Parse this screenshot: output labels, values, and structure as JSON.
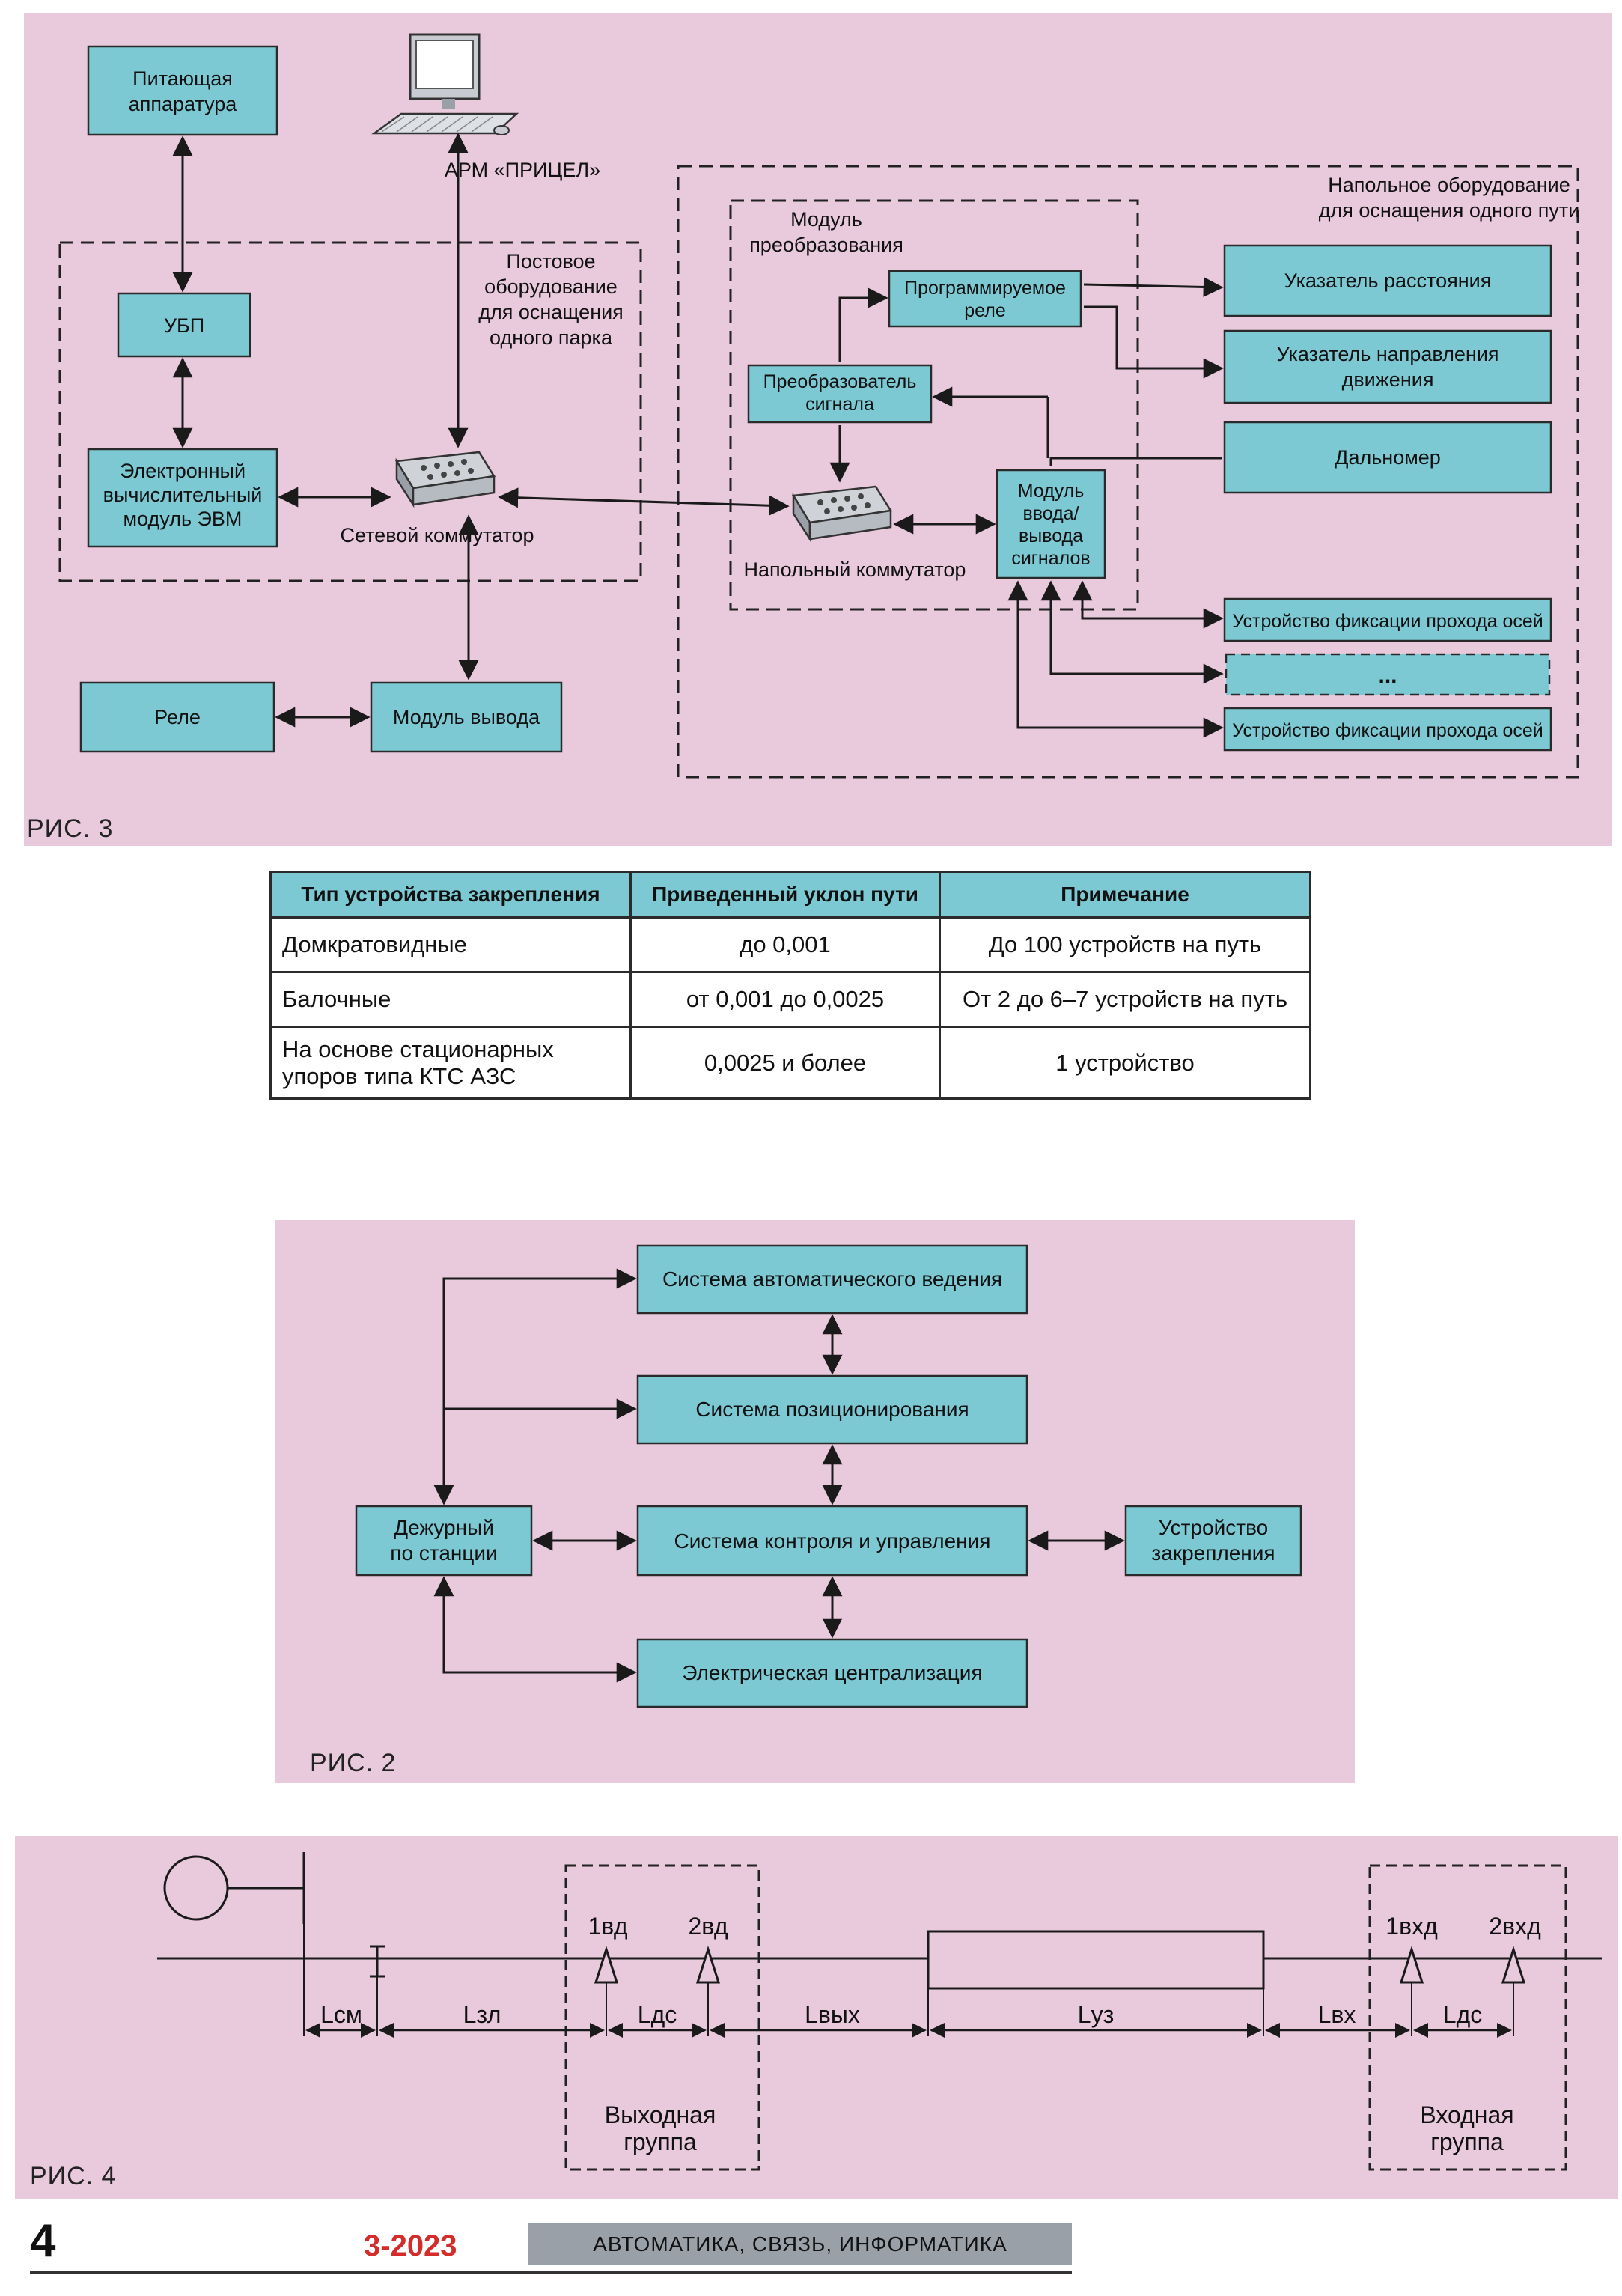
{
  "fig3": {
    "caption": "РИС. 3",
    "boxes": {
      "power": "Питающая аппаратура",
      "ubp": "УБП",
      "computer": "Электронный вычислительный модуль ЭВМ",
      "relay": "Реле",
      "output_module": "Модуль вывода",
      "prog_relay": "Программируемое реле",
      "signal_converter": "Преобразователь сигнала",
      "io_module": "Модуль ввода/ вывода сигналов",
      "distance_indicator": "Указатель расстояния",
      "direction_indicator": "Указатель направления движения",
      "rangefinder": "Дальномер",
      "axle_device_1": "Устройство фиксации прохода осей",
      "axle_device_dots": "...",
      "axle_device_2": "Устройство фиксации прохода осей"
    },
    "labels": {
      "arm": "АРМ «ПРИЦЕЛ»",
      "post_equipment": "Постовое оборудование для оснащения одного парка",
      "floor_equipment": "Напольное оборудование для оснащения одного пути",
      "converter_module": "Модуль преобразования",
      "network_switch": "Сетевой коммутатор",
      "floor_switch": "Напольный коммутатор"
    }
  },
  "table": {
    "headers": [
      "Тип устройства закрепления",
      "Приведенный уклон пути",
      "Примечание"
    ],
    "rows": [
      [
        "Домкратовидные",
        "до 0,001",
        "До 100 устройств на путь"
      ],
      [
        "Балочные",
        "от 0,001 до 0,0025",
        "От 2 до 6–7 устройств на путь"
      ],
      [
        "На основе стационарных упоров типа КТС АЗС",
        "0,0025 и более",
        "1 устройство"
      ]
    ]
  },
  "fig2": {
    "caption": "РИС. 2",
    "boxes": {
      "auto_guidance": "Система автоматического ведения",
      "positioning": "Система позиционирования",
      "control": "Система контроля и управления",
      "interlocking": "Электрическая централизация",
      "station_duty": "Дежурный по станции",
      "fixing_device": "Устройство закрепления"
    }
  },
  "fig4": {
    "caption": "РИС. 4",
    "labels": {
      "l_sm": "Lсм",
      "l_zl": "Lзл",
      "l_ds_1": "Lдс",
      "l_vyh": "Lвых",
      "l_uz": "Lуз",
      "l_vh": "Lвх",
      "l_ds_2": "Lдс",
      "s1vd": "1вд",
      "s2vd": "2вд",
      "s1vhd": "1вхд",
      "s2vhd": "2вхд",
      "output_group": "Выходная группа",
      "input_group": "Входная группа"
    }
  },
  "footer": {
    "page_number": "4",
    "issue": "3-2023",
    "journal": "АВТОМАТИКА, СВЯЗЬ, ИНФОРМАТИКА"
  },
  "colors": {
    "box_fill": "#7cc9d3",
    "pink_bg": "#e9c9dc",
    "issue_red": "#d42b2b",
    "footer_bar": "#9aa0a8"
  }
}
